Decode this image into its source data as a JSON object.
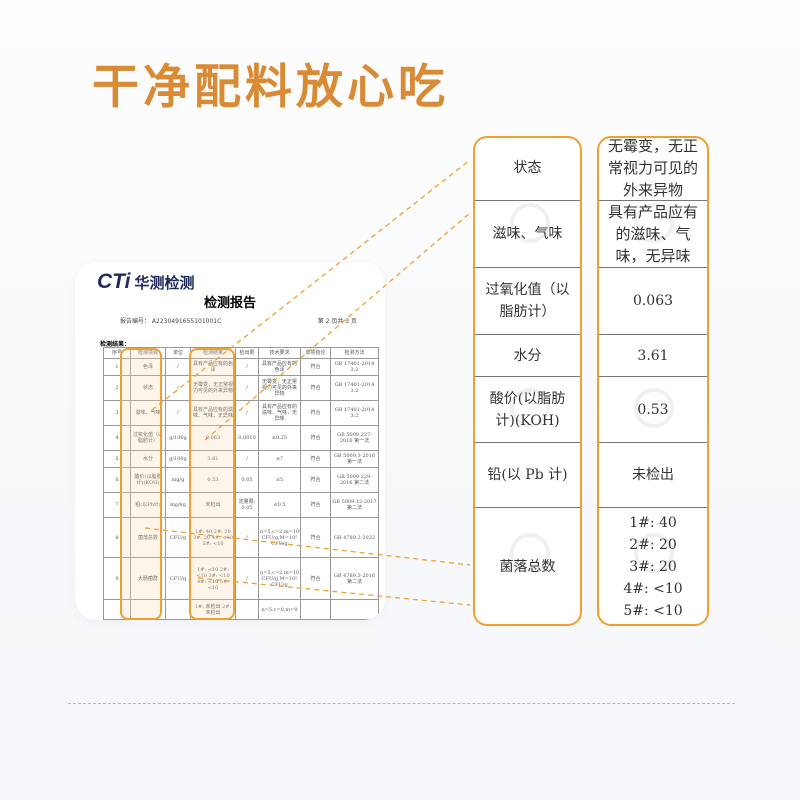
{
  "headline": "干净配料放心吃",
  "report": {
    "logo_mark": "CTi",
    "logo_name": "华测检测",
    "title": "检测报告",
    "report_no": "报告编号：  A2230491655101001C",
    "page": "第 2 页共 3 页",
    "results_label": "检测结果：",
    "headers": [
      "序号",
      "检测项目",
      "单位",
      "检测结果",
      "检出限",
      "技术要求",
      "单项结论",
      "检测方法"
    ],
    "rows": [
      [
        "1",
        "色泽",
        "/",
        "具有产品应有的色泽",
        "/",
        "具有产品应有的色泽",
        "符合",
        "GB 17401-2014 3.2"
      ],
      [
        "2",
        "状态",
        "/",
        "无霉变，无正常视力可见的外来异物",
        "/",
        "无霉变，无正常视力可见的外来异物",
        "符合",
        "GB 17401-2014 3.2"
      ],
      [
        "3",
        "滋味、气味",
        "/",
        "具有产品应有的滋味、气味，无异味",
        "/",
        "具有产品应有的滋味、气味，无异味",
        "符合",
        "GB 17401-2014 3.2"
      ],
      [
        "4",
        "过氧化值（以脂肪计）",
        "g/100g",
        "0.063",
        "0.0010",
        "≤0.25",
        "符合",
        "GB 5009.227-2016 第一法"
      ],
      [
        "5",
        "水分",
        "g/100g",
        "3.61",
        "/",
        "≤7",
        "符合",
        "GB 5009.3-2016 第一法"
      ],
      [
        "6",
        "酸价(以脂肪计)(KOH)",
        "mg/g",
        "0.53",
        "0.05",
        "≤5",
        "符合",
        "GB 5009.229-2016 第二法"
      ],
      [
        "7",
        "铅(以Pb计)",
        "mg/kg",
        "未检出",
        "定量限: 0.05",
        "≤0.5",
        "符合",
        "GB 5009.12-2017 第二法"
      ],
      [
        "8",
        "菌落总数",
        "CFU/g",
        "1#: 40 2#: 20 3#: 20 4#: <10 5#: <10",
        "/",
        "n=5,c=2,m=10⁴ CFU/g,M=10⁵ CFU/g",
        "符合",
        "GB 4789.2-2022"
      ],
      [
        "9",
        "大肠菌群",
        "CFU/g",
        "1#: <10 2#: <10 3#: <10 4#: <10 5#: <10",
        "/",
        "n=5,c=2,m=10 CFU/g,M=10² CFU/g",
        "符合",
        "GB 4789.3-2016 第二法"
      ],
      [
        "",
        "",
        "",
        "1#: 未检出 2#: 未检出",
        "",
        "n=5,c=0,m=0",
        "",
        ""
      ]
    ]
  },
  "compare": {
    "items": [
      "状态",
      "滋味、气味",
      "过氧化值（以脂肪计）",
      "水分",
      "酸价(以脂肪计)(KOH)",
      "铅(以 Pb 计)",
      "菌落总数"
    ],
    "results": [
      "无霉变，无正常视力可见的外来异物",
      "具有产品应有的滋味、气味，无异味",
      "0.063",
      "3.61",
      "0.53",
      "未检出"
    ],
    "colony": [
      "1#: 40",
      "2#: 20",
      "3#: 20",
      "4#: <10",
      "5#: <10"
    ]
  },
  "colors": {
    "accent": "#d98a35",
    "highlight": "#f0a030"
  }
}
